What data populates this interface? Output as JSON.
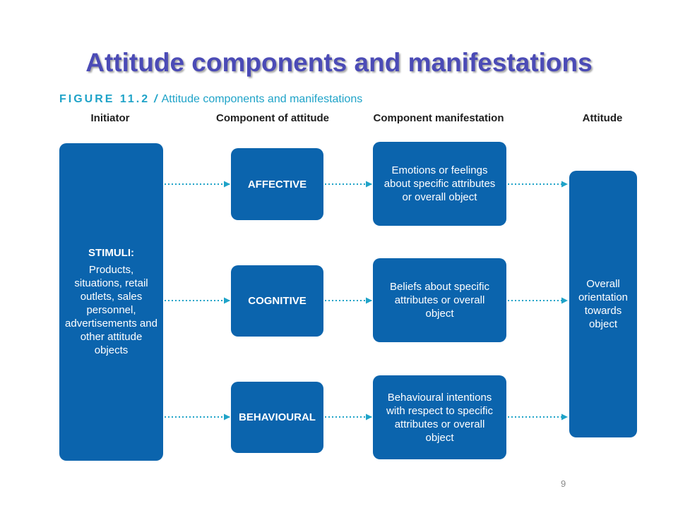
{
  "slide": {
    "title": "Attitude components and manifestations",
    "page_number": "9"
  },
  "figure": {
    "number": "FIGURE 11.2",
    "separator": "/",
    "caption": "Attitude components and manifestations"
  },
  "columns": {
    "initiator": "Initiator",
    "component": "Component of attitude",
    "manifestation": "Component manifestation",
    "attitude": "Attitude"
  },
  "stimuli": {
    "heading": "STIMULI:",
    "text": "Products, situations, retail outlets, sales personnel, advertisements and other attitude objects"
  },
  "components": [
    {
      "label": "AFFECTIVE",
      "manifestation": "Emotions or feelings about specific attributes or overall object"
    },
    {
      "label": "COGNITIVE",
      "manifestation": "Beliefs about specific attributes or overall object"
    },
    {
      "label": "BEHAVIOURAL",
      "manifestation": "Behavioural intentions with respect to specific attributes or overall object"
    }
  ],
  "attitude": {
    "text": "Overall orientation towards object"
  },
  "colors": {
    "title": "#4b4bb6",
    "box_fill": "#0b64ad",
    "arrow": "#1fa3c8",
    "caption": "#1fa3c8"
  }
}
